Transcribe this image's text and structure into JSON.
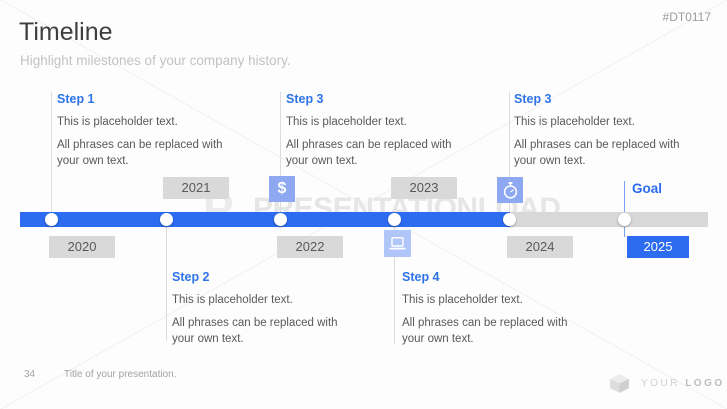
{
  "slide": {
    "title": "Timeline",
    "subtitle": "Highlight milestones of your company history.",
    "code": "#DT0117"
  },
  "steps": [
    {
      "label": "Step 1",
      "text1": "This is placeholder text.",
      "text2": "All phrases can be replaced with your own text."
    },
    {
      "label": "Step 3",
      "text1": "This is placeholder text.",
      "text2": "All phrases can be replaced with your own text."
    },
    {
      "label": "Step 3",
      "text1": "This is placeholder text.",
      "text2": "All phrases can be replaced with your own text."
    },
    {
      "label": "Step 2",
      "text1": "This is placeholder text.",
      "text2": "All phrases can be replaced with your own text."
    },
    {
      "label": "Step 4",
      "text1": "This is placeholder text.",
      "text2": "All phrases can be replaced with your own text."
    }
  ],
  "timeline": {
    "years": [
      "2020",
      "2021",
      "2022",
      "2023",
      "2024",
      "2025"
    ],
    "goal_label": "Goal",
    "dollar_symbol": "$",
    "icons": [
      "dollar-icon",
      "laptop-icon",
      "stopwatch-icon"
    ]
  },
  "watermark": {
    "logo_letter": "P",
    "brand": "PRESENTATIONLOAD"
  },
  "footer": {
    "page_number": "34",
    "presentation_title": "Title of your presentation.",
    "logo_your": "YOUR",
    "logo_logo": "LOGO"
  },
  "colors": {
    "accent_blue": "#2d6cf0",
    "bar_gray": "#d8d8d8",
    "year_box_gray": "#d9d9d9",
    "icon_blue": "#8ea9f2",
    "icon_blue_light": "#b0c6f8",
    "heading_blue": "#2e74e8",
    "body_text": "#595959"
  }
}
